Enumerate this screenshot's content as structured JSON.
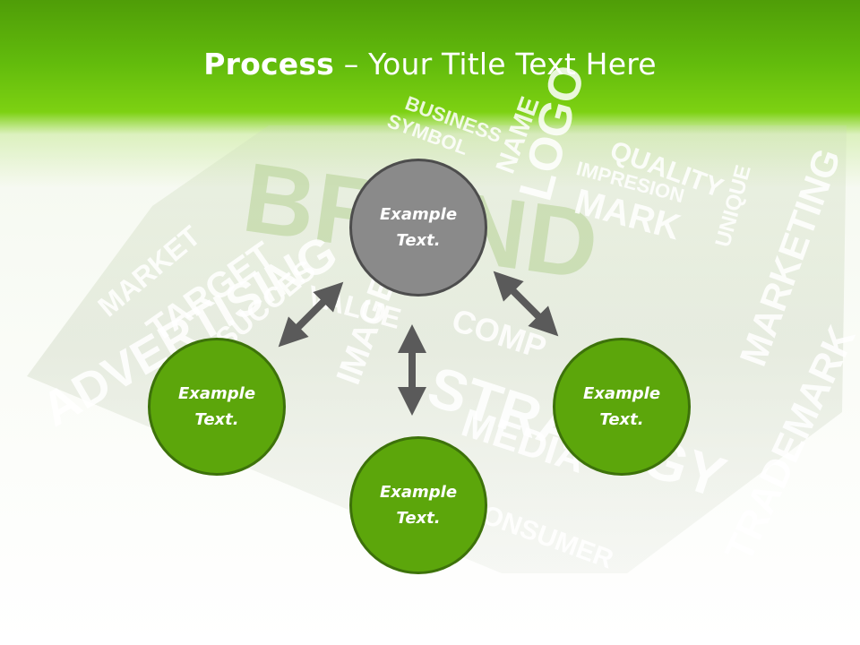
{
  "title": {
    "bold": "Process",
    "rest": " – Your Title Text Here"
  },
  "circles": {
    "top": {
      "line1": "Example",
      "line2": "Text."
    },
    "left": {
      "line1": "Example",
      "line2": "Text."
    },
    "right": {
      "line1": "Example",
      "line2": "Text."
    },
    "bottom": {
      "line1": "Example",
      "line2": "Text."
    }
  },
  "backdrop_words": {
    "brand": "BRAND",
    "logo": "LOGO",
    "quality": "QUALITY",
    "marketing": "MARKETING",
    "trademark": "TRADEMARK",
    "strategy": "STRATEGY",
    "advertising": "ADVERTISING",
    "target": "TARGET",
    "market": "MARKET",
    "image": "IMAGE",
    "media": "MEDIA",
    "value": "VALUE",
    "consumer": "CONSUMER",
    "mark": "MARK",
    "unique": "UNIQUE",
    "symbol": "SYMBOL",
    "business": "BUSINESS",
    "succes": "SUCCES",
    "impresion": "IMPRESION",
    "comp": "COMP",
    "name": "NAME"
  },
  "colors": {
    "green_fill": "#5ca60b",
    "green_border": "#3d720a",
    "gray_fill": "#8a8a8a",
    "gray_border": "#4d4d4d",
    "arrow": "#5a5a5a",
    "header": "#62bb0c"
  }
}
